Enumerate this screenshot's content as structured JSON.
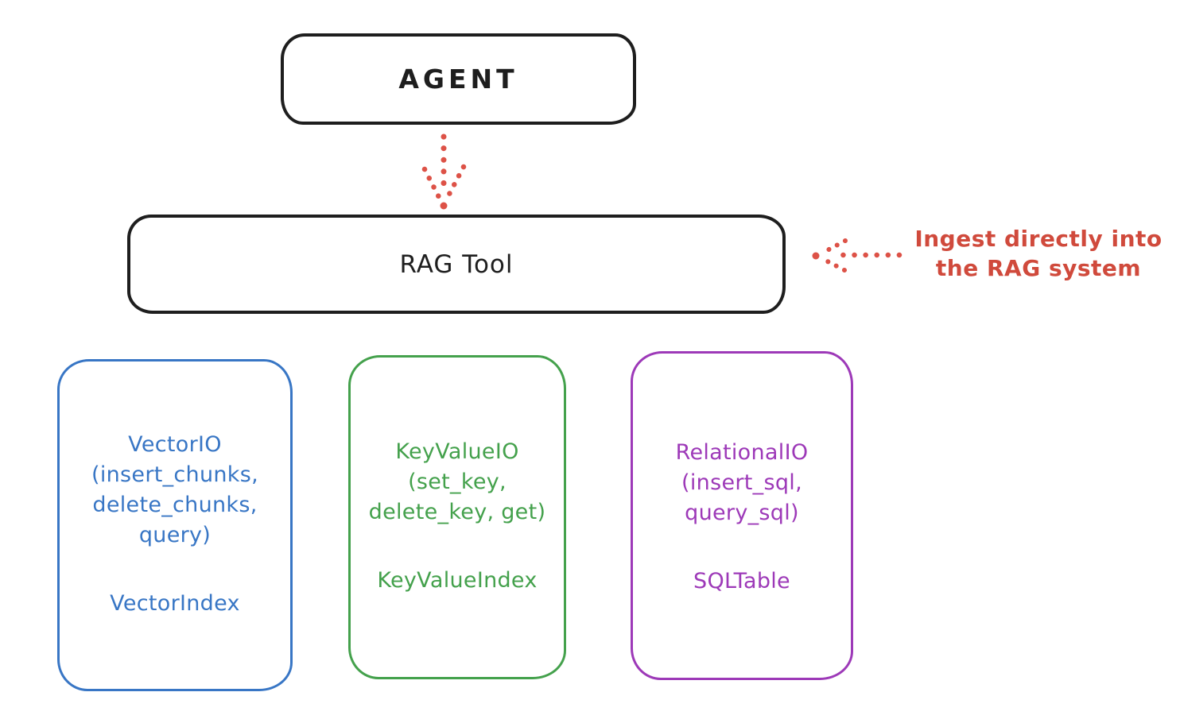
{
  "diagram": {
    "background_color": "#ffffff",
    "ink_color": "#1e1e1e",
    "accent_red": "#d04a3c",
    "agent_box": {
      "label": "AGENT"
    },
    "rag_tool_box": {
      "label": "RAG Tool"
    },
    "annotation": {
      "line1": "Ingest directly into",
      "line2": "the RAG system",
      "color": "#d04a3c"
    },
    "arrows": [
      {
        "name": "agent-to-rag-tool",
        "style": "dotted",
        "color": "#d04a3c",
        "direction": "down"
      },
      {
        "name": "annotation-to-rag-tool",
        "style": "dotted",
        "color": "#d04a3c",
        "direction": "left"
      }
    ],
    "io_boxes": [
      {
        "id": "vector",
        "color": "#3876c5",
        "lines": [
          "VectorIO",
          "(insert_chunks,",
          "delete_chunks,",
          "query)"
        ],
        "index_label": "VectorIndex"
      },
      {
        "id": "keyvalue",
        "color": "#44a14c",
        "lines": [
          "KeyValueIO",
          "(set_key,",
          "delete_key, get)"
        ],
        "index_label": "KeyValueIndex"
      },
      {
        "id": "relational",
        "color": "#9d39b8",
        "lines": [
          "RelationalIO",
          "(insert_sql,",
          "query_sql)"
        ],
        "index_label": "SQLTable"
      }
    ]
  }
}
